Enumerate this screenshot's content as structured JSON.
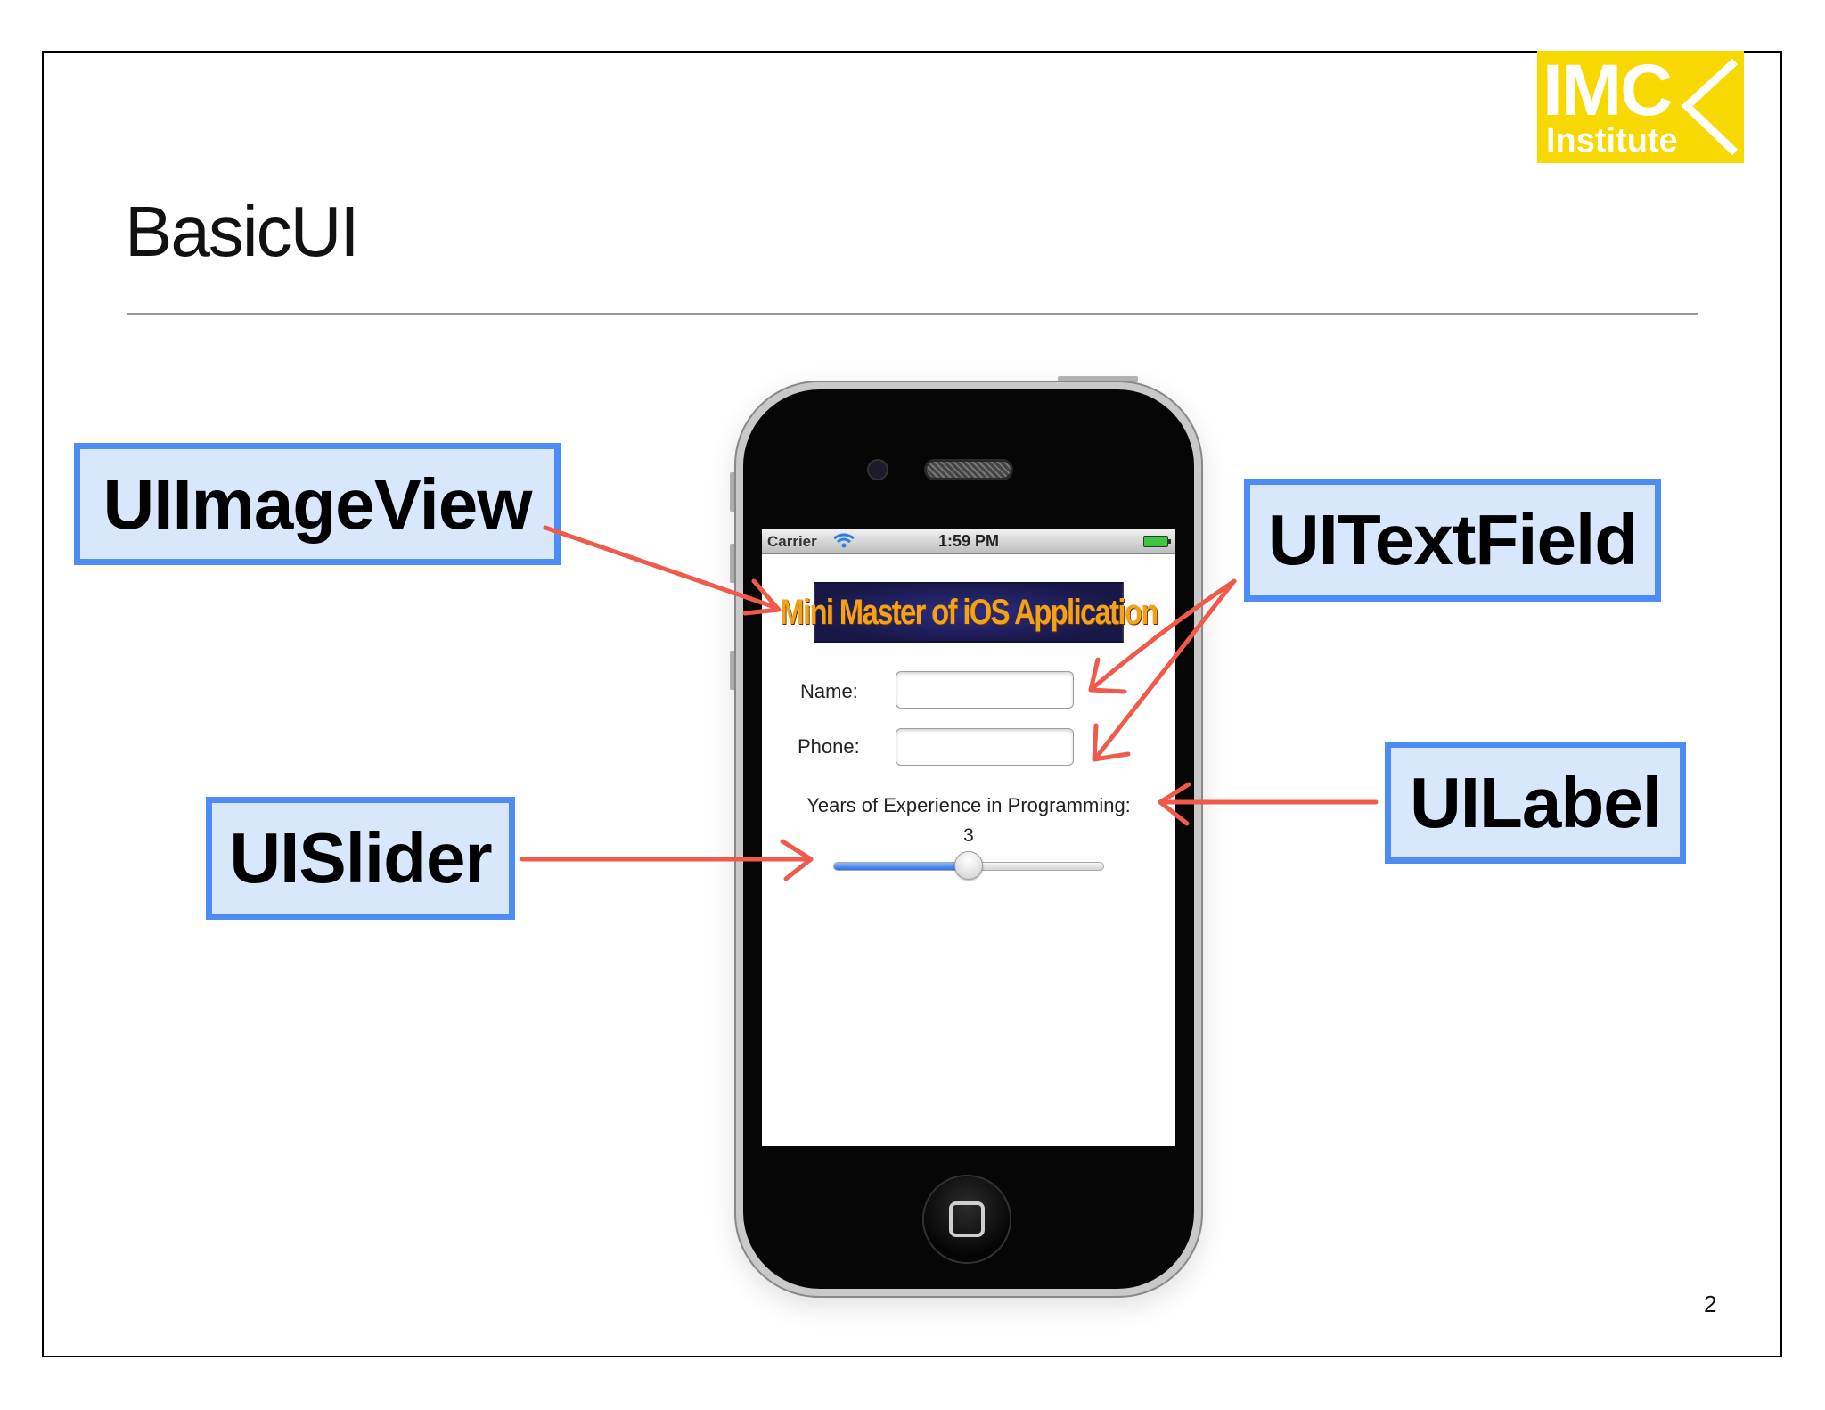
{
  "slide": {
    "title": "BasicUI",
    "page_number": "2",
    "logo": {
      "line1": "IMC",
      "line2": "Institute",
      "color": "#f7d800"
    }
  },
  "callouts": {
    "image_view": "UIImageView",
    "text_field": "UITextField",
    "slider": "UISlider",
    "label": "UILabel"
  },
  "colors": {
    "callout_fill": "#d9e7fd",
    "callout_border": "#4d8cf5",
    "arrow": "#ef5a4a",
    "banner_text": "#f0a21a"
  },
  "phone": {
    "status_bar": {
      "carrier": "Carrier",
      "time": "1:59 PM",
      "wifi_icon": "wifi-icon",
      "battery_icon": "battery-icon"
    },
    "banner": {
      "text": "Mini Master of iOS Application"
    },
    "form": {
      "name_label": "Name:",
      "name_value": "",
      "phone_label": "Phone:",
      "phone_value": ""
    },
    "experience": {
      "label": "Years of Experience in Programming:",
      "value_text": "3",
      "slider_fraction": 0.5
    }
  }
}
